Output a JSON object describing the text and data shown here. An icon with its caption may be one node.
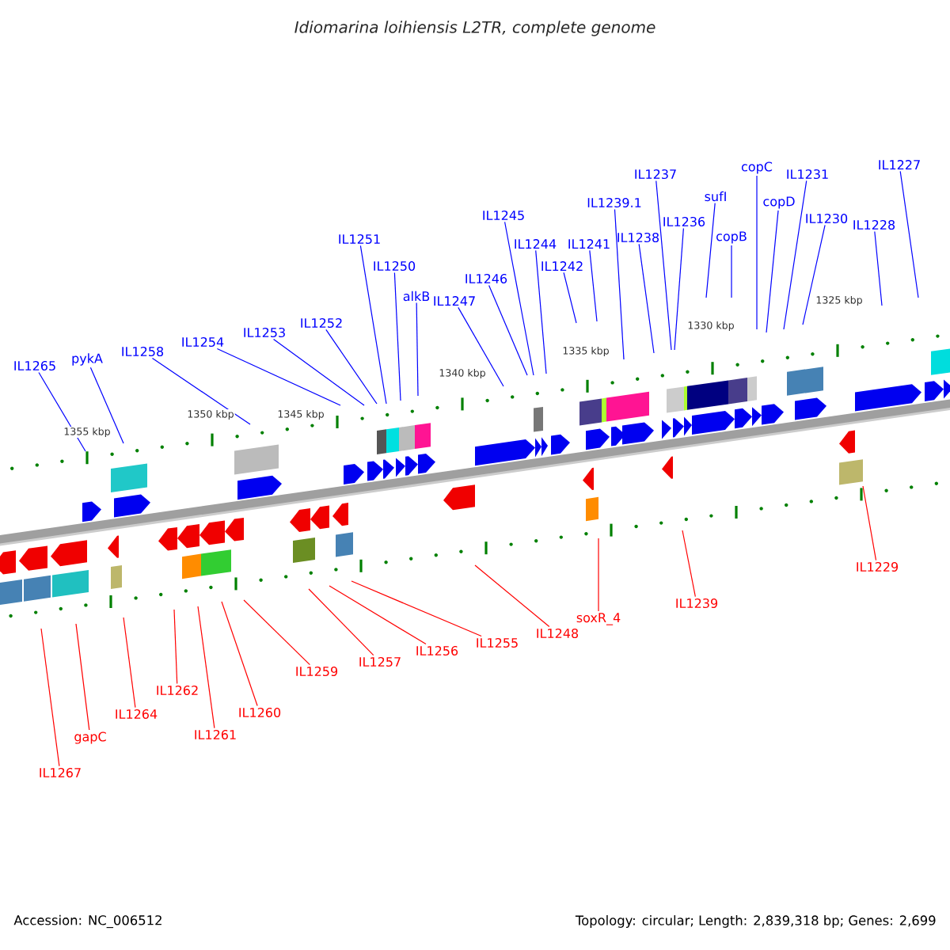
{
  "diagram": {
    "title": "Idiomarina loihiensis L2TR, complete genome",
    "nodes": [
      {
        "text": [
          "IL1265"
        ]
      },
      {
        "text": [
          "pykA"
        ]
      },
      {
        "text": [
          "IL1258"
        ]
      },
      {
        "text": [
          "IL1254"
        ]
      },
      {
        "text": [
          "IL1253"
        ]
      },
      {
        "text": [
          "IL1252"
        ]
      },
      {
        "text": [
          "IL1251"
        ]
      },
      {
        "text": [
          "IL1250"
        ]
      },
      {
        "text": [
          "alkB"
        ]
      },
      {
        "text": [
          "IL1247"
        ]
      },
      {
        "text": [
          "IL1246"
        ]
      },
      {
        "text": [
          "IL1245"
        ]
      },
      {
        "text": [
          "IL1244"
        ]
      },
      {
        "text": [
          "IL1242"
        ]
      },
      {
        "text": [
          "IL1241"
        ]
      },
      {
        "text": [
          "IL1239.1"
        ]
      },
      {
        "text": [
          "IL1237"
        ]
      },
      {
        "text": [
          "IL1238"
        ]
      },
      {
        "text": [
          "IL1236"
        ]
      },
      {
        "text": [
          "sufI"
        ]
      },
      {
        "text": [
          "copC"
        ]
      },
      {
        "text": [
          "copB"
        ]
      },
      {
        "text": [
          "copD"
        ]
      },
      {
        "text": [
          "IL1231"
        ]
      },
      {
        "text": [
          "IL1230"
        ]
      },
      {
        "text": [
          "IL1228"
        ]
      },
      {
        "text": [
          "IL1227"
        ]
      },
      {
        "text": [
          "IL1267"
        ]
      },
      {
        "text": [
          "gapC"
        ]
      },
      {
        "text": [
          "IL1264"
        ]
      },
      {
        "text": [
          "IL1262"
        ]
      },
      {
        "text": [
          "IL1261"
        ]
      },
      {
        "text": [
          "IL1260"
        ]
      },
      {
        "text": [
          "IL1259"
        ]
      },
      {
        "text": [
          "IL1257"
        ]
      },
      {
        "text": [
          "IL1256"
        ]
      },
      {
        "text": [
          "IL1255"
        ]
      },
      {
        "text": [
          "IL1248"
        ]
      },
      {
        "text": [
          "soxR_4"
        ]
      },
      {
        "text": [
          "IL1239"
        ]
      },
      {
        "text": [
          "IL1229"
        ]
      }
    ],
    "edges": [
      {
        "from": 0,
        "to": null,
        "arrow": "none"
      },
      {
        "from": 1,
        "to": null,
        "arrow": "none"
      },
      {
        "from": 2,
        "to": null,
        "arrow": "none"
      },
      {
        "from": 3,
        "to": null,
        "arrow": "none"
      },
      {
        "from": 4,
        "to": null,
        "arrow": "none"
      },
      {
        "from": 5,
        "to": null,
        "arrow": "none"
      },
      {
        "from": 6,
        "to": null,
        "arrow": "none"
      },
      {
        "from": 7,
        "to": null,
        "arrow": "none"
      },
      {
        "from": 8,
        "to": null,
        "arrow": "none"
      },
      {
        "from": 9,
        "to": null,
        "arrow": "none"
      },
      {
        "from": 10,
        "to": null,
        "arrow": "none"
      },
      {
        "from": 11,
        "to": null,
        "arrow": "none"
      },
      {
        "from": 12,
        "to": null,
        "arrow": "none"
      },
      {
        "from": 13,
        "to": null,
        "arrow": "none"
      },
      {
        "from": 14,
        "to": null,
        "arrow": "none"
      },
      {
        "from": 15,
        "to": null,
        "arrow": "none"
      },
      {
        "from": 16,
        "to": null,
        "arrow": "none"
      },
      {
        "from": 17,
        "to": null,
        "arrow": "none"
      },
      {
        "from": 18,
        "to": null,
        "arrow": "none"
      },
      {
        "from": 19,
        "to": null,
        "arrow": "none"
      },
      {
        "from": 20,
        "to": null,
        "arrow": "none"
      },
      {
        "from": 21,
        "to": null,
        "arrow": "none"
      },
      {
        "from": 22,
        "to": null,
        "arrow": "none"
      },
      {
        "from": 23,
        "to": null,
        "arrow": "none"
      },
      {
        "from": 24,
        "to": null,
        "arrow": "none"
      },
      {
        "from": 25,
        "to": null,
        "arrow": "none"
      },
      {
        "from": 26,
        "to": null,
        "arrow": "none"
      },
      {
        "from": 27,
        "to": null,
        "arrow": "none",
        "color": "#ff0000"
      },
      {
        "from": 28,
        "to": null,
        "arrow": "none",
        "color": "#ff0000"
      },
      {
        "from": 29,
        "to": null,
        "arrow": "none",
        "color": "#ff0000"
      },
      {
        "from": 30,
        "to": null,
        "arrow": "none",
        "color": "#ff0000"
      },
      {
        "from": 31,
        "to": null,
        "arrow": "none",
        "color": "#ff0000"
      },
      {
        "from": 32,
        "to": null,
        "arrow": "none",
        "color": "#ff0000"
      },
      {
        "from": 33,
        "to": null,
        "arrow": "none",
        "color": "#ff0000"
      },
      {
        "from": 34,
        "to": null,
        "arrow": "none",
        "color": "#ff0000"
      },
      {
        "from": 35,
        "to": null,
        "arrow": "none",
        "color": "#ff0000"
      },
      {
        "from": 36,
        "to": null,
        "arrow": "none",
        "color": "#ff0000"
      },
      {
        "from": 37,
        "to": null,
        "arrow": "none",
        "color": "#ff0000"
      },
      {
        "from": 38,
        "to": null,
        "arrow": "none",
        "color": "#ff0000"
      },
      {
        "from": 39,
        "to": null,
        "arrow": "none",
        "color": "#ff0000"
      },
      {
        "from": 40,
        "to": null,
        "arrow": "none",
        "color": "#ff0000"
      }
    ],
    "labels": [
      "1355 kbp",
      "1350 kbp",
      "1345 kbp",
      "1340 kbp",
      "1335 kbp",
      "1330 kbp",
      "1325 kbp",
      "Accession: NC_006512",
      "Topology: circular; Length: 2,839,318 bp; Genes: 2,699"
    ]
  }
}
